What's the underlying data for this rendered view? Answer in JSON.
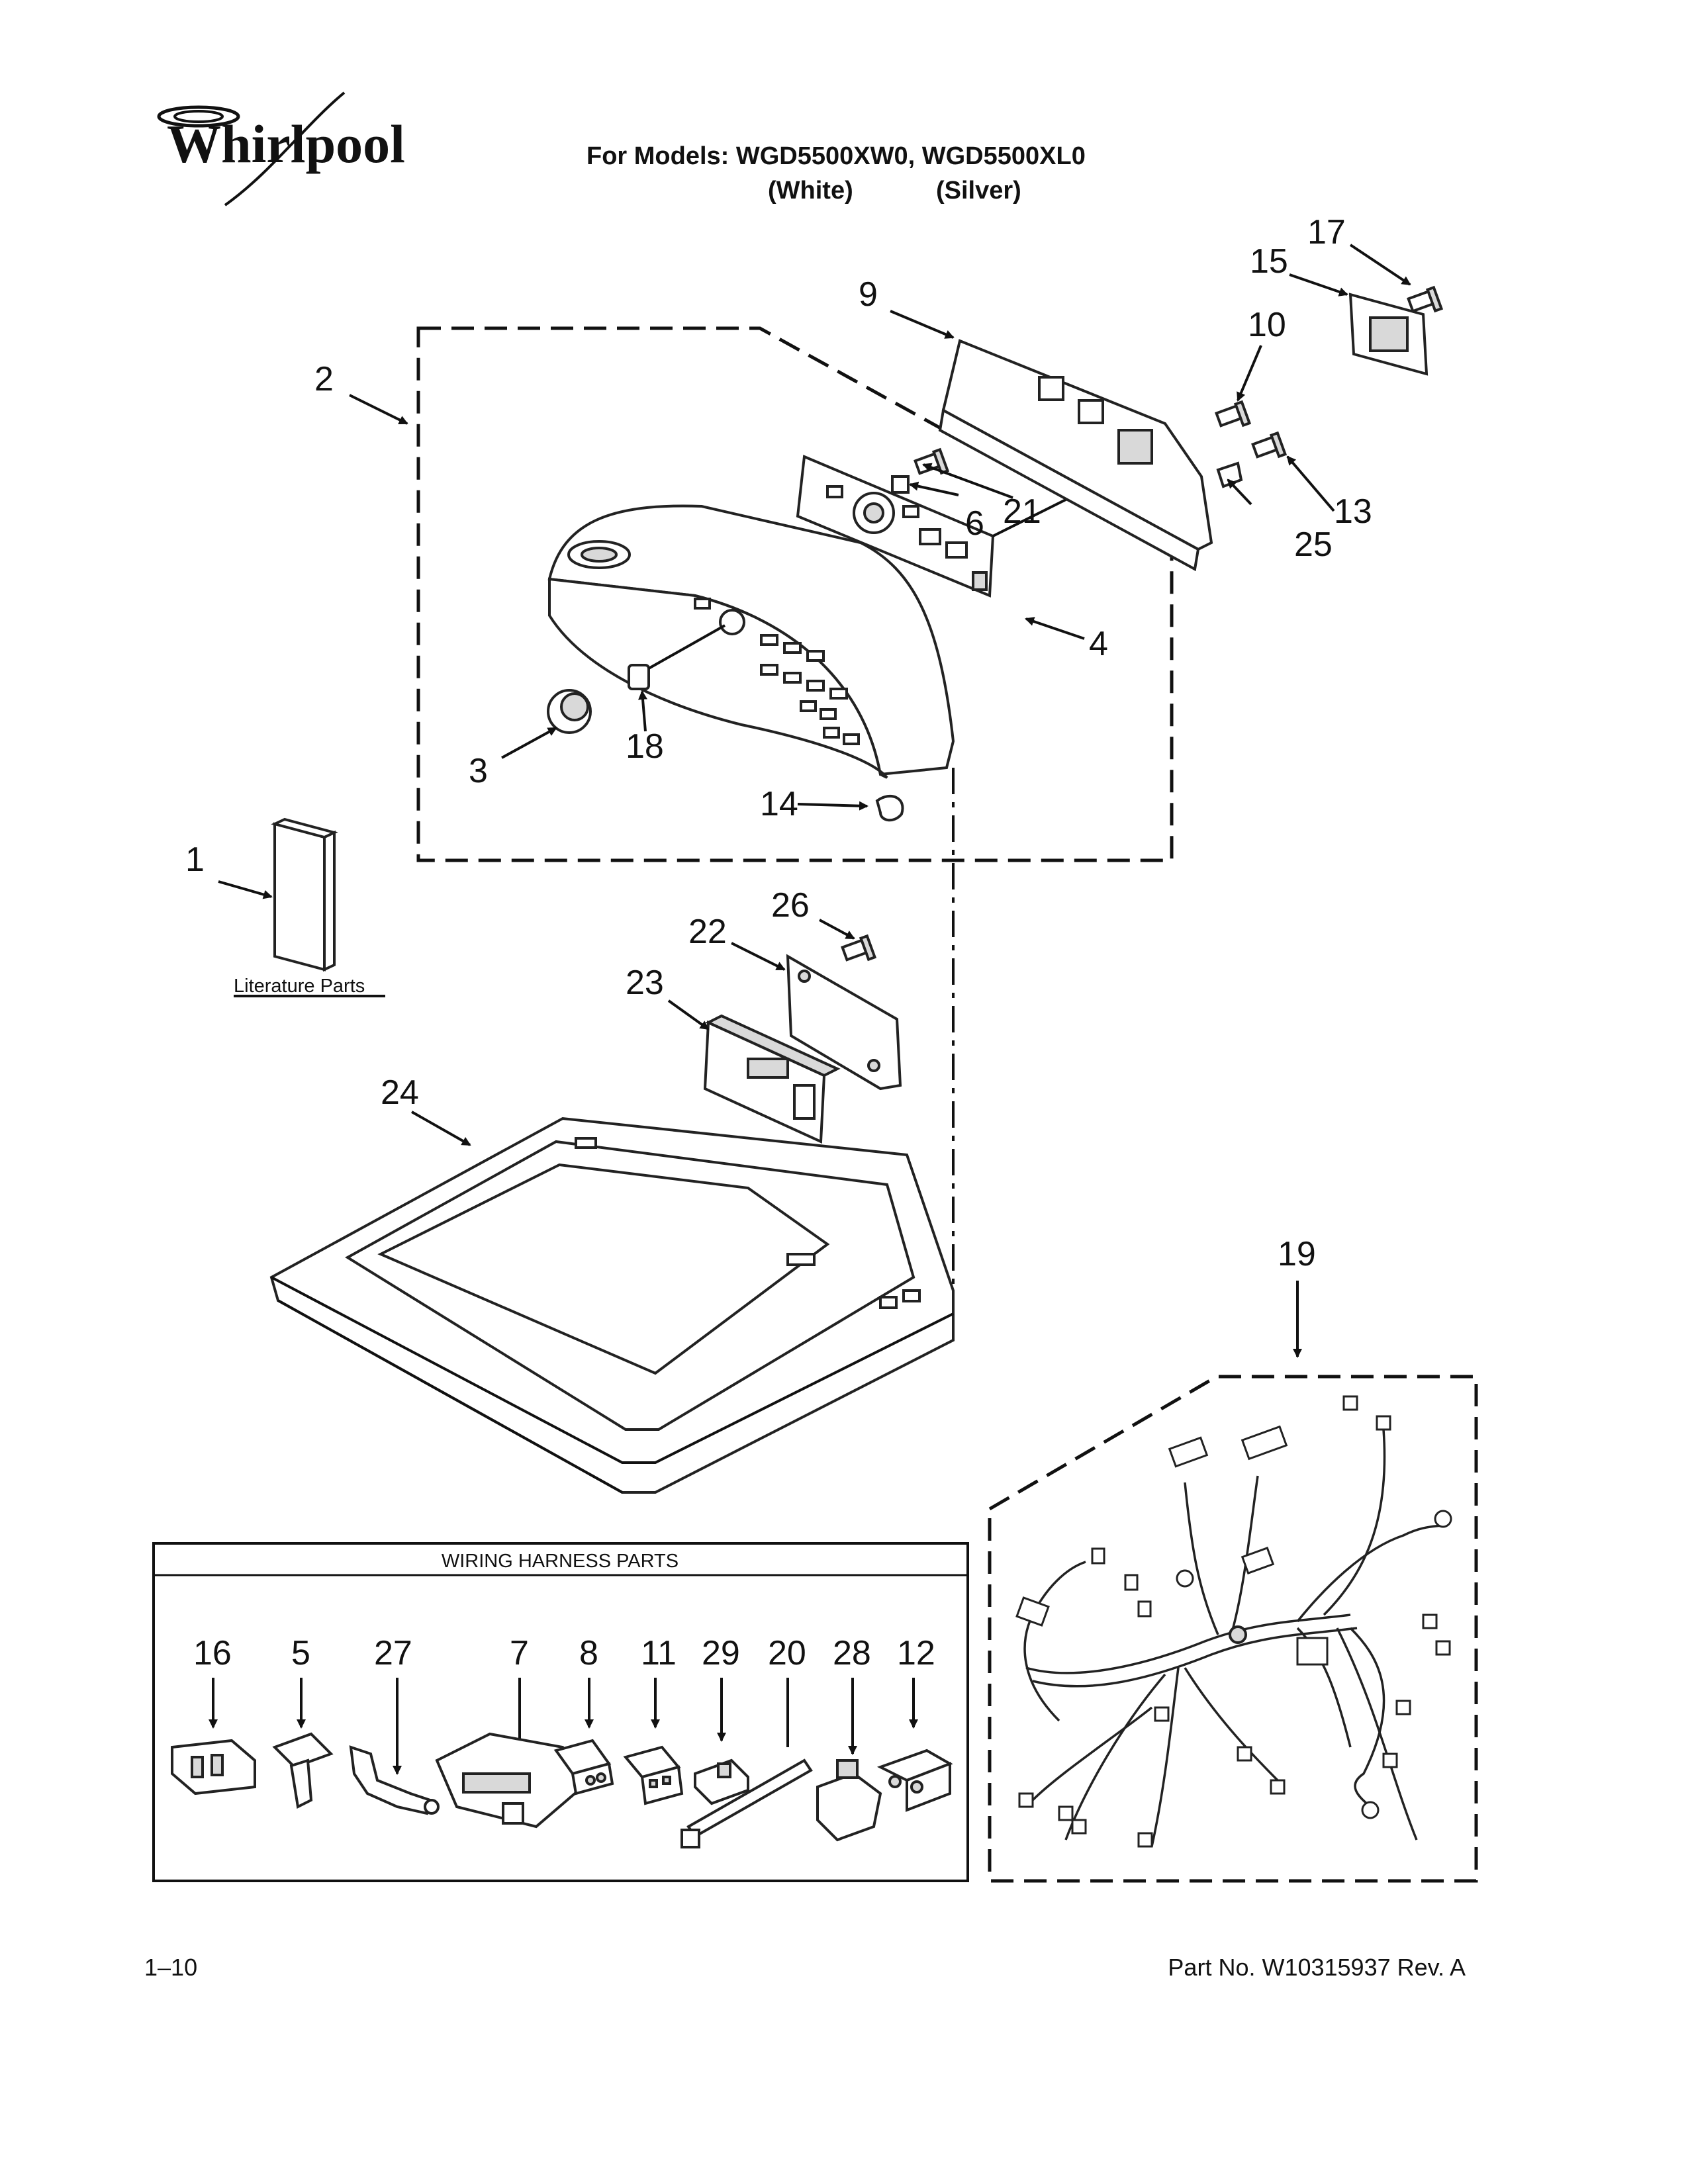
{
  "brand": {
    "logo_text": "Whirlpool"
  },
  "header": {
    "models_line": "For Models: WGD5500XW0, WGD5500XL0",
    "color_white": "(White)",
    "color_silver": "(Silver)"
  },
  "callouts": {
    "n1": "1",
    "n2": "2",
    "n3": "3",
    "n4": "4",
    "n5": "5",
    "n6": "6",
    "n7": "7",
    "n8": "8",
    "n9": "9",
    "n10": "10",
    "n11": "11",
    "n12": "12",
    "n13": "13",
    "n14": "14",
    "n15": "15",
    "n16": "16",
    "n17": "17",
    "n18": "18",
    "n19": "19",
    "n20": "20",
    "n21": "21",
    "n22": "22",
    "n23": "23",
    "n24": "24",
    "n25": "25",
    "n26": "26",
    "n27": "27",
    "n28": "28",
    "n29": "29"
  },
  "literature_label": "Literature Parts",
  "wiring_box": {
    "title": "WIRING HARNESS PARTS"
  },
  "footer": {
    "page_number": "1–10",
    "part_number": "Part No. W10315937 Rev. A"
  }
}
